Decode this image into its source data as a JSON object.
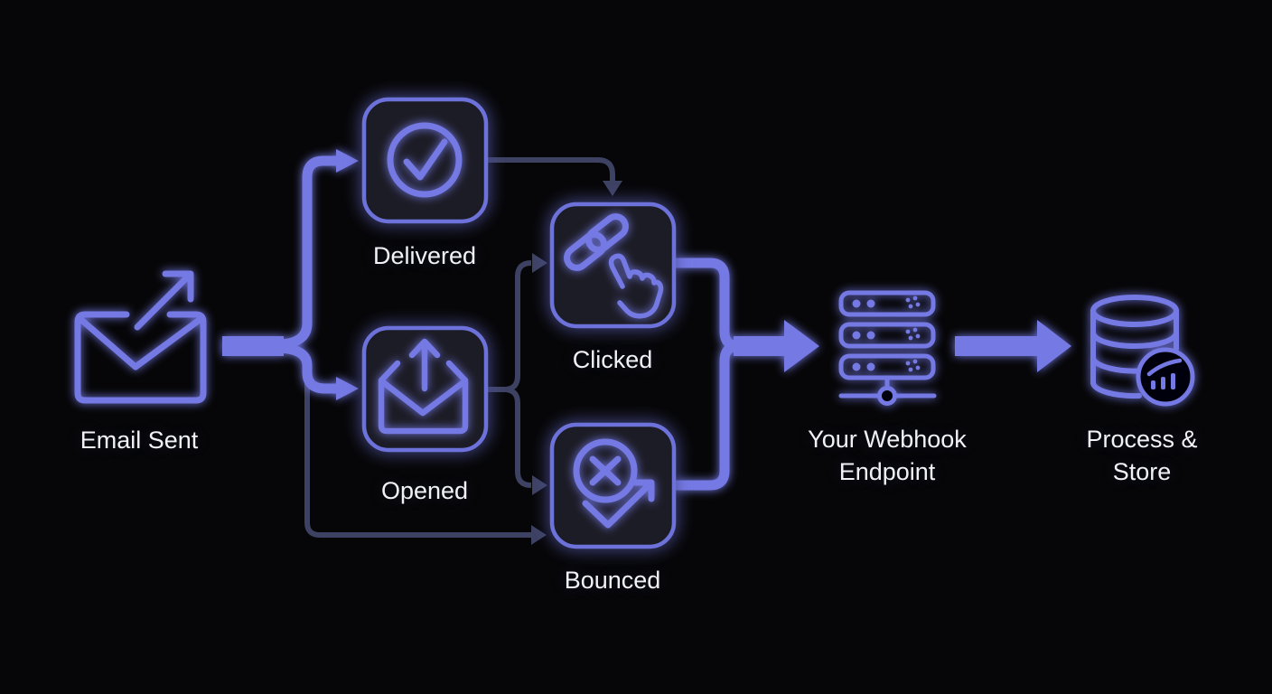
{
  "diagram": {
    "colors": {
      "bg": "#060608",
      "accent": "#7479e4",
      "box_border": "#6d72da",
      "box_fill": "#1c1d28",
      "line_dim": "#3d4162",
      "label": "#f2f2f6"
    },
    "nodes": [
      {
        "id": "email-sent",
        "label": "Email Sent",
        "icon": "send-email-icon"
      },
      {
        "id": "delivered",
        "label": "Delivered",
        "icon": "check-circle-icon"
      },
      {
        "id": "opened",
        "label": "Opened",
        "icon": "envelope-open-arrow-icon"
      },
      {
        "id": "clicked",
        "label": "Clicked",
        "icon": "link-click-icon"
      },
      {
        "id": "bounced",
        "label": "Bounced",
        "icon": "bounce-arrow-icon"
      },
      {
        "id": "webhook",
        "label": "Your Webhook Endpoint",
        "icon": "server-stack-icon"
      },
      {
        "id": "process-store",
        "label": "Process & Store",
        "icon": "database-analytics-icon"
      }
    ],
    "edges": [
      {
        "from": "email-sent",
        "to": "delivered",
        "style": "bold"
      },
      {
        "from": "email-sent",
        "to": "opened",
        "style": "bold"
      },
      {
        "from": "email-sent",
        "to": "bounced",
        "style": "dim"
      },
      {
        "from": "delivered",
        "to": "clicked",
        "style": "dim"
      },
      {
        "from": "opened",
        "to": "clicked",
        "style": "dim"
      },
      {
        "from": "opened",
        "to": "bounced",
        "style": "dim"
      },
      {
        "from": "clicked",
        "to": "webhook",
        "style": "bold"
      },
      {
        "from": "bounced",
        "to": "webhook",
        "style": "bold"
      },
      {
        "from": "webhook",
        "to": "process-store",
        "style": "bold"
      }
    ]
  }
}
